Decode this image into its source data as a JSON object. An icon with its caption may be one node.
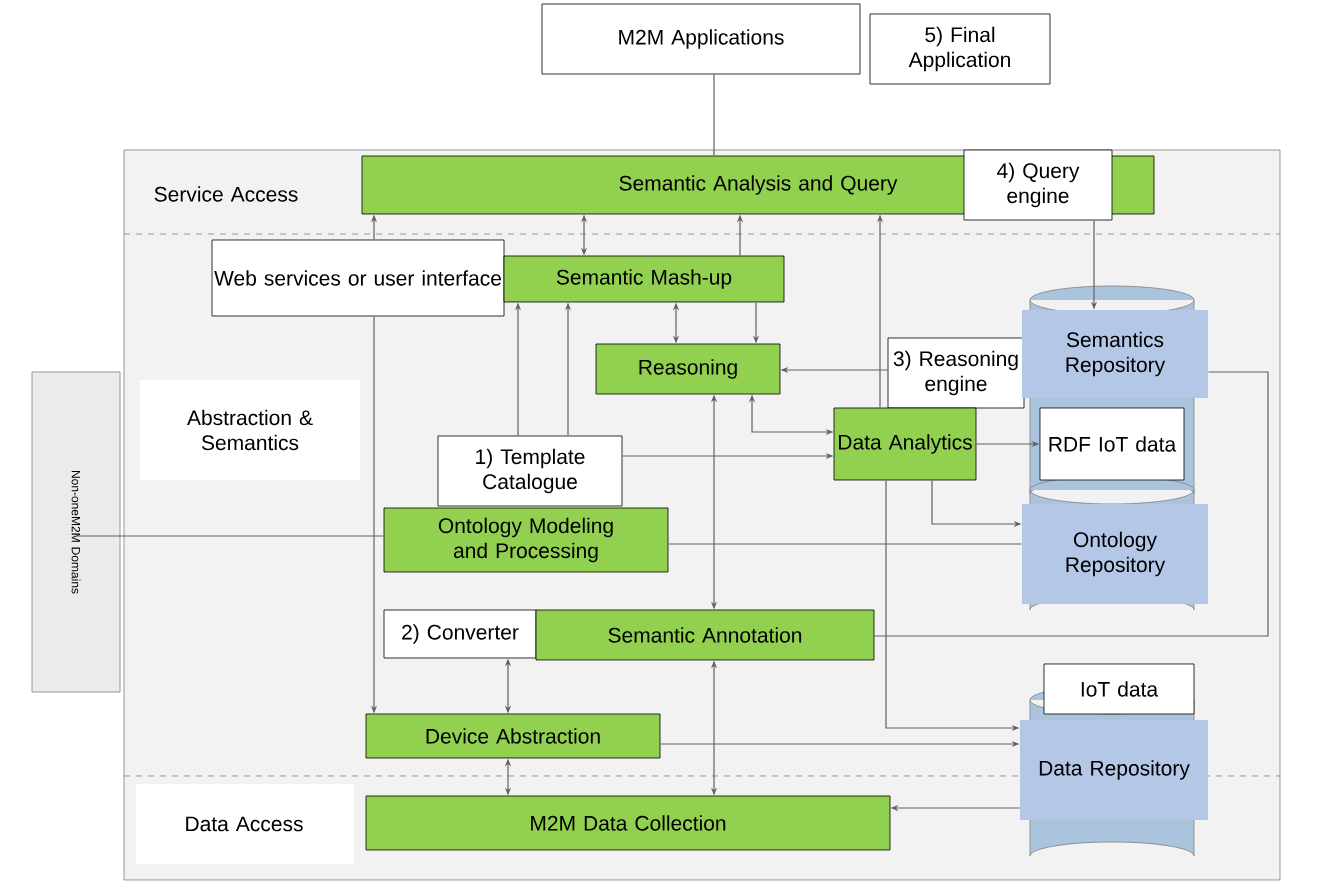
{
  "diagram": {
    "nodes": [
      {
        "text": [
          "M2M Applications"
        ]
      },
      {
        "text": [
          "5) Final Application"
        ]
      },
      {
        "text": [
          "Semantic Analysis and Query"
        ]
      },
      {
        "text": [
          "4) Query engine"
        ]
      },
      {
        "text": [
          "Web services or user interface"
        ]
      },
      {
        "text": [
          "Semantic Mash-up"
        ]
      },
      {
        "text": [
          "Reasoning"
        ]
      },
      {
        "text": [
          "3) Reasoning engine"
        ]
      },
      {
        "text": [
          "Semantics Repository"
        ]
      },
      {
        "text": [
          "Data Analytics"
        ]
      },
      {
        "text": [
          "RDF IoT data"
        ]
      },
      {
        "text": [
          "Ontology Repository"
        ]
      },
      {
        "text": [
          "1) Template Catalogue"
        ]
      },
      {
        "text": [
          "Ontology Modeling and Processing"
        ]
      },
      {
        "text": [
          "2) Converter"
        ]
      },
      {
        "text": [
          "Semantic Annotation"
        ]
      },
      {
        "text": [
          "IoT data"
        ]
      },
      {
        "text": [
          "Device Abstraction"
        ]
      },
      {
        "text": [
          "Data Repository"
        ]
      },
      {
        "text": [
          "M2M Data Collection"
        ]
      },
      {
        "text": [
          "Non-oneM2M Domains"
        ]
      }
    ],
    "edges": [
      {
        "from": 0,
        "to": 2,
        "arrow": "none"
      },
      {
        "from": 4,
        "to": 2,
        "arrow": "to"
      },
      {
        "from": 4,
        "to": 17,
        "arrow": "to"
      },
      {
        "from": 5,
        "to": 2,
        "arrow": "both"
      },
      {
        "from": 5,
        "to": 2,
        "arrow": "to"
      },
      {
        "from": 5,
        "to": 6,
        "arrow": "both"
      },
      {
        "from": 5,
        "to": 6,
        "arrow": "to"
      },
      {
        "from": 12,
        "to": 5,
        "arrow": "to"
      },
      {
        "from": 12,
        "to": 5,
        "arrow": "to"
      },
      {
        "from": 9,
        "to": 2,
        "arrow": "to"
      },
      {
        "from": 3,
        "to": 8,
        "arrow": "to"
      },
      {
        "from": 7,
        "to": 6,
        "arrow": "to"
      },
      {
        "from": 6,
        "to": 15,
        "arrow": "both"
      },
      {
        "from": 6,
        "to": 9,
        "arrow": "both"
      },
      {
        "from": 12,
        "to": 9,
        "arrow": "to"
      },
      {
        "from": 9,
        "to": 10,
        "arrow": "to"
      },
      {
        "from": 9,
        "to": 11,
        "arrow": "to"
      },
      {
        "from": 20,
        "to": 13,
        "arrow": "none"
      },
      {
        "from": 13,
        "to": 11,
        "arrow": "none"
      },
      {
        "from": 15,
        "to": 8,
        "arrow": "none"
      },
      {
        "from": 14,
        "to": 17,
        "arrow": "both"
      },
      {
        "from": 15,
        "to": 19,
        "arrow": "both"
      },
      {
        "from": 17,
        "to": 19,
        "arrow": "both"
      },
      {
        "from": 9,
        "to": 18,
        "arrow": "to"
      },
      {
        "from": 17,
        "to": 18,
        "arrow": "to"
      },
      {
        "from": 18,
        "to": 19,
        "arrow": "to"
      }
    ],
    "labels": [
      "Service Access",
      "Abstraction & Semantics",
      "Data Access"
    ]
  }
}
